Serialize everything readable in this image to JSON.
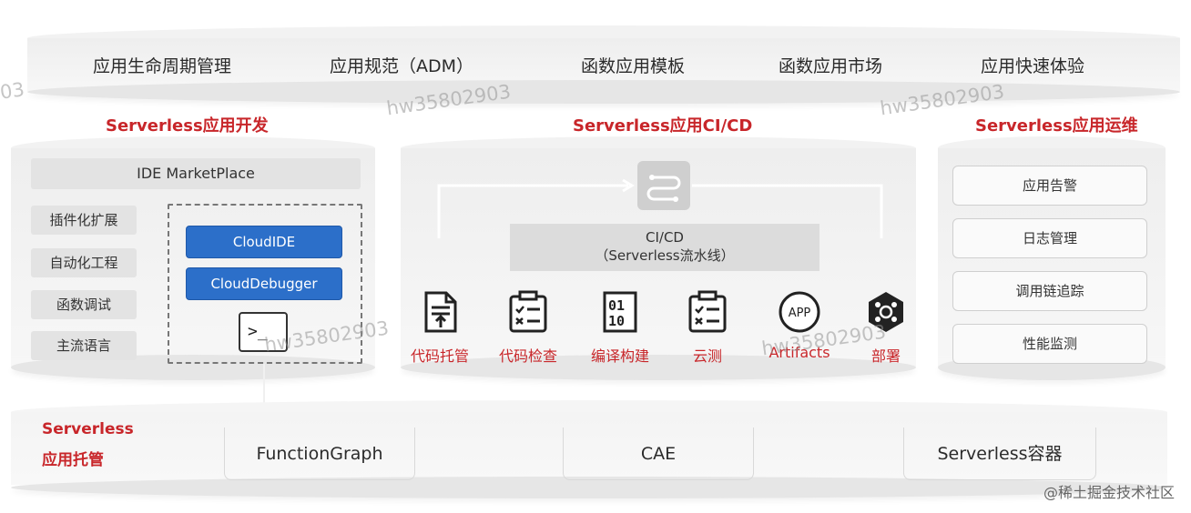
{
  "top_layer": {
    "items": [
      "应用生命周期管理",
      "应用规范（ADM）",
      "函数应用模板",
      "函数应用市场",
      "应用快速体验"
    ]
  },
  "dev": {
    "title": "Serverless应用开发",
    "marketplace": "IDE MarketPlace",
    "features": [
      "插件化扩展",
      "自动化工程",
      "函数调试",
      "主流语言"
    ],
    "cloud_ide": "CloudIDE",
    "cloud_debugger": "CloudDebugger",
    "terminal_icon": "terminal-icon"
  },
  "cicd": {
    "title": "Serverless应用CI/CD",
    "pipeline_icon": "pipeline-icon",
    "pipeline_line1": "CI/CD",
    "pipeline_line2": "（Serverless流水线）",
    "tools": [
      {
        "icon": "document-upload-icon",
        "label": "代码托管"
      },
      {
        "icon": "checklist-icon",
        "label": "代码检查"
      },
      {
        "icon": "binary-code-icon",
        "label": "编译构建"
      },
      {
        "icon": "checklist-icon",
        "label": "云测"
      },
      {
        "icon": "app-icon",
        "label": "Artifacts",
        "icon_text": "APP"
      },
      {
        "icon": "deploy-hexagon-icon",
        "label": "部署"
      }
    ]
  },
  "ops": {
    "title": "Serverless应用运维",
    "items": [
      "应用告警",
      "日志管理",
      "调用链追踪",
      "性能监测"
    ]
  },
  "hosting": {
    "title_line1": "Serverless",
    "title_line2": "应用托管",
    "items": [
      "FunctionGraph",
      "CAE",
      "Serverless容器"
    ]
  },
  "watermark": "hw35802903",
  "watermark_partial": "03",
  "brand": "@稀土掘金技术社区",
  "colors": {
    "accent_red": "#c8262a",
    "button_blue": "#2c6fc9",
    "cylinder_gray": "#eeeeee"
  }
}
